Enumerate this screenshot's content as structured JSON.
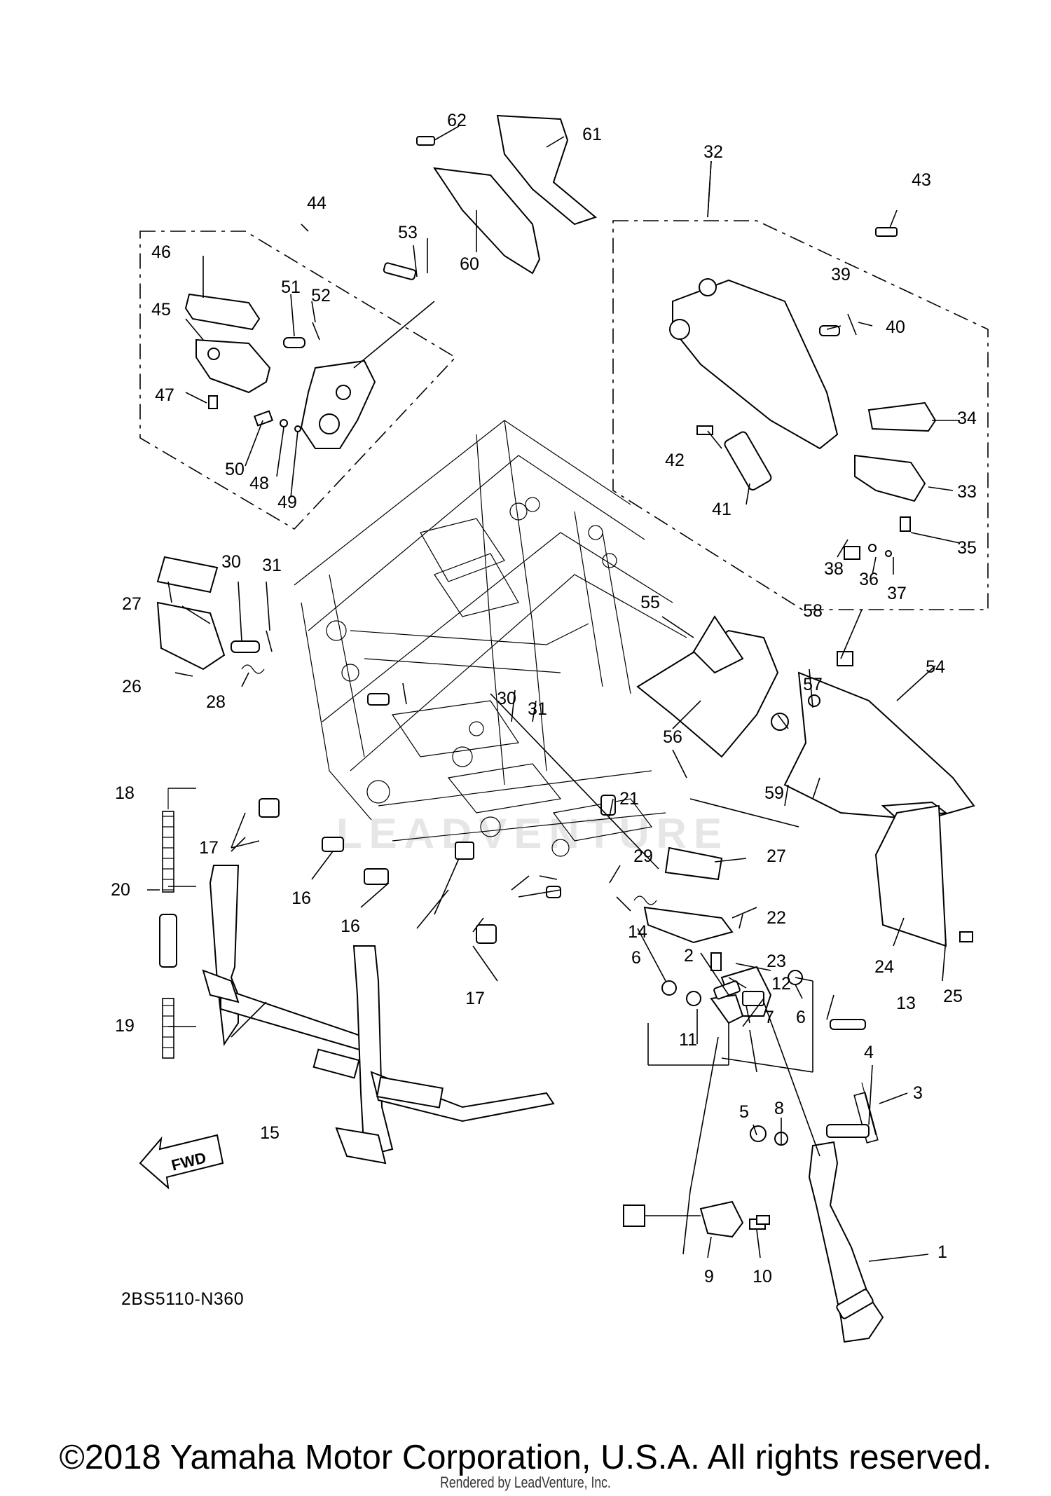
{
  "diagram": {
    "code": "2BS5110-N360",
    "fwd_label": "FWD",
    "watermark": "LEADVENTURE",
    "copyright": "©2018 Yamaha Motor Corporation, U.S.A. All rights reserved.",
    "rendered_by": "Rendered by LeadVenture, Inc.",
    "callouts": [
      "1",
      "2",
      "3",
      "4",
      "5",
      "6",
      "6",
      "7",
      "8",
      "9",
      "10",
      "11",
      "12",
      "13",
      "14",
      "15",
      "16",
      "16",
      "17",
      "17",
      "18",
      "19",
      "20",
      "21",
      "22",
      "23",
      "24",
      "25",
      "26",
      "27",
      "27",
      "28",
      "29",
      "30",
      "30",
      "31",
      "31",
      "32",
      "33",
      "34",
      "35",
      "36",
      "37",
      "38",
      "39",
      "40",
      "41",
      "42",
      "43",
      "44",
      "45",
      "46",
      "47",
      "48",
      "49",
      "50",
      "51",
      "52",
      "53",
      "54",
      "55",
      "56",
      "57",
      "58",
      "59",
      "60",
      "61",
      "62"
    ]
  }
}
